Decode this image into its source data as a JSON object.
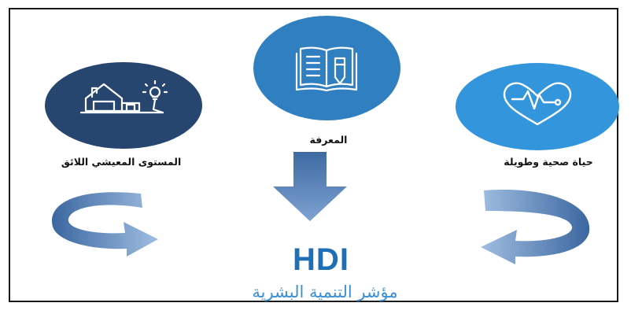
{
  "colors": {
    "dark_blue": "#27466f",
    "mid_blue": "#2f7fc1",
    "light_blue": "#3396dc",
    "arrow_blue": "#4f7cb4",
    "hdi_blue": "#1f6fb7",
    "subtitle_blue": "#3a8fd8",
    "icon_stroke": "#ffffff"
  },
  "pillars": {
    "living": {
      "label": "المستوى المعيشي اللائق",
      "icon": "house-with-lightbulb-icon"
    },
    "knowledge": {
      "label": "المعرفة",
      "icon": "open-book-with-pencil-icon"
    },
    "health": {
      "label": "حياة صحية وطويلة",
      "icon": "heart-with-pulse-icon"
    }
  },
  "index": {
    "abbreviation": "HDI",
    "name": "مؤشر التنمية البشرية"
  }
}
